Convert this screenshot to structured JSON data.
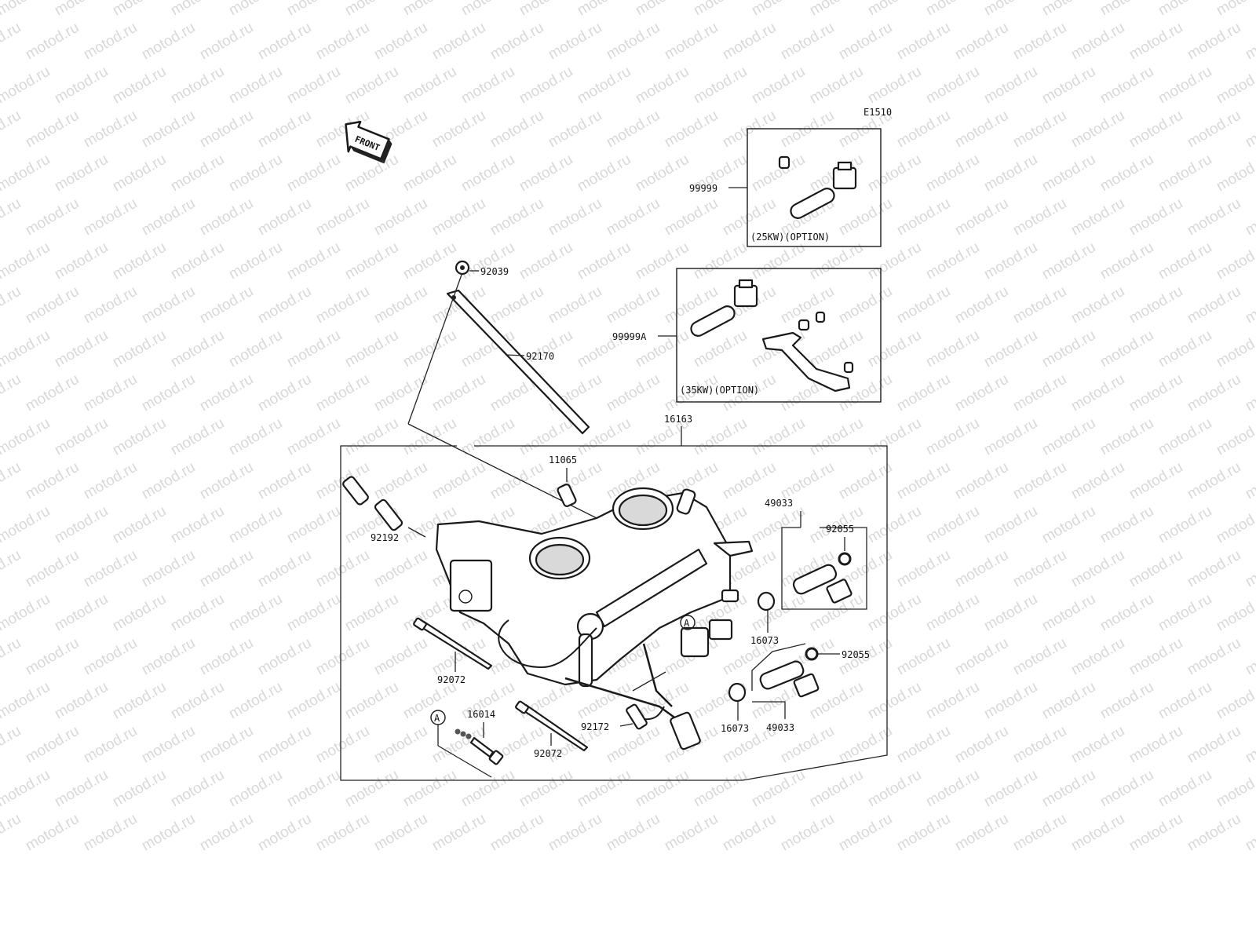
{
  "diagram_code": "E1510",
  "watermark_text": "motod.ru",
  "front_label": "FRONT",
  "callout_a": "A",
  "parts": {
    "p99999": "99999",
    "p99999a": "99999A",
    "p92039": "92039",
    "p92170": "92170",
    "p16163": "16163",
    "p11065": "11065",
    "p92192": "92192",
    "p49033_top": "49033",
    "p92055_top": "92055",
    "p16073_top": "16073",
    "p92055_bottom": "92055",
    "p16073_bottom": "16073",
    "p49033_bottom": "49033",
    "p92072_left": "92072",
    "p16014": "16014",
    "p92172": "92172",
    "p92072_bottom": "92072"
  },
  "option_boxes": {
    "kw25": "(25KW)(OPTION)",
    "kw35": "(35KW)(OPTION)"
  }
}
